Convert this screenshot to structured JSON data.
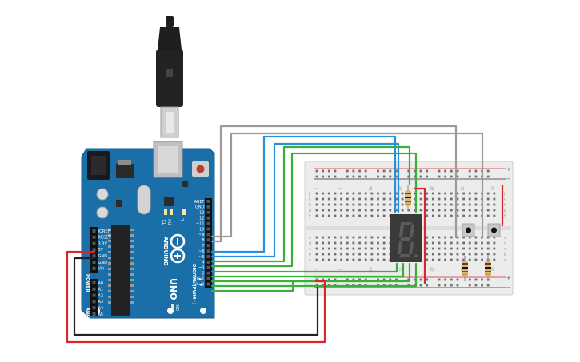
{
  "arduino": {
    "brand": "ARDUINO",
    "model": "UNO",
    "label_on": "ON",
    "label_l": "L",
    "label_tx": "TX",
    "label_rx": "RX",
    "digital_header": "DIGITAL (PWM~)",
    "power_header": "POWER",
    "analog_header": "ANALOG IN",
    "digital_pins": [
      "AREF",
      "GND",
      "13",
      "12",
      "~11",
      "~10",
      "~9",
      "8",
      "7",
      "~6",
      "~5",
      "4",
      "~3",
      "2",
      "TX▶1",
      "RX◀0"
    ],
    "power_pins": [
      "IOREF",
      "RESET",
      "3.3V",
      "5V",
      "GND",
      "GND",
      "Vin"
    ],
    "analog_pins": [
      "A0",
      "A1",
      "A2",
      "A3",
      "A4",
      "A5"
    ]
  },
  "breadboard": {
    "rows": [
      "a",
      "b",
      "c",
      "d",
      "e",
      "f",
      "g",
      "h",
      "i",
      "j"
    ],
    "column_numbers": [
      "1",
      "5",
      "10",
      "15",
      "20",
      "25",
      "30"
    ],
    "rail_plus": "+",
    "rail_minus": "−"
  },
  "display": {
    "digit": "8"
  },
  "colors": {
    "board": "#1a6fa8",
    "board_dark": "#15598a",
    "wire_gray": "#9a9a9a",
    "wire_blue": "#2a8fd6",
    "wire_green": "#38b03a",
    "wire_red": "#d8262c",
    "wire_black": "#222222",
    "breadboard": "#ececec",
    "display_body": "#3a3a3a",
    "display_segment": "#5b5b5b"
  }
}
